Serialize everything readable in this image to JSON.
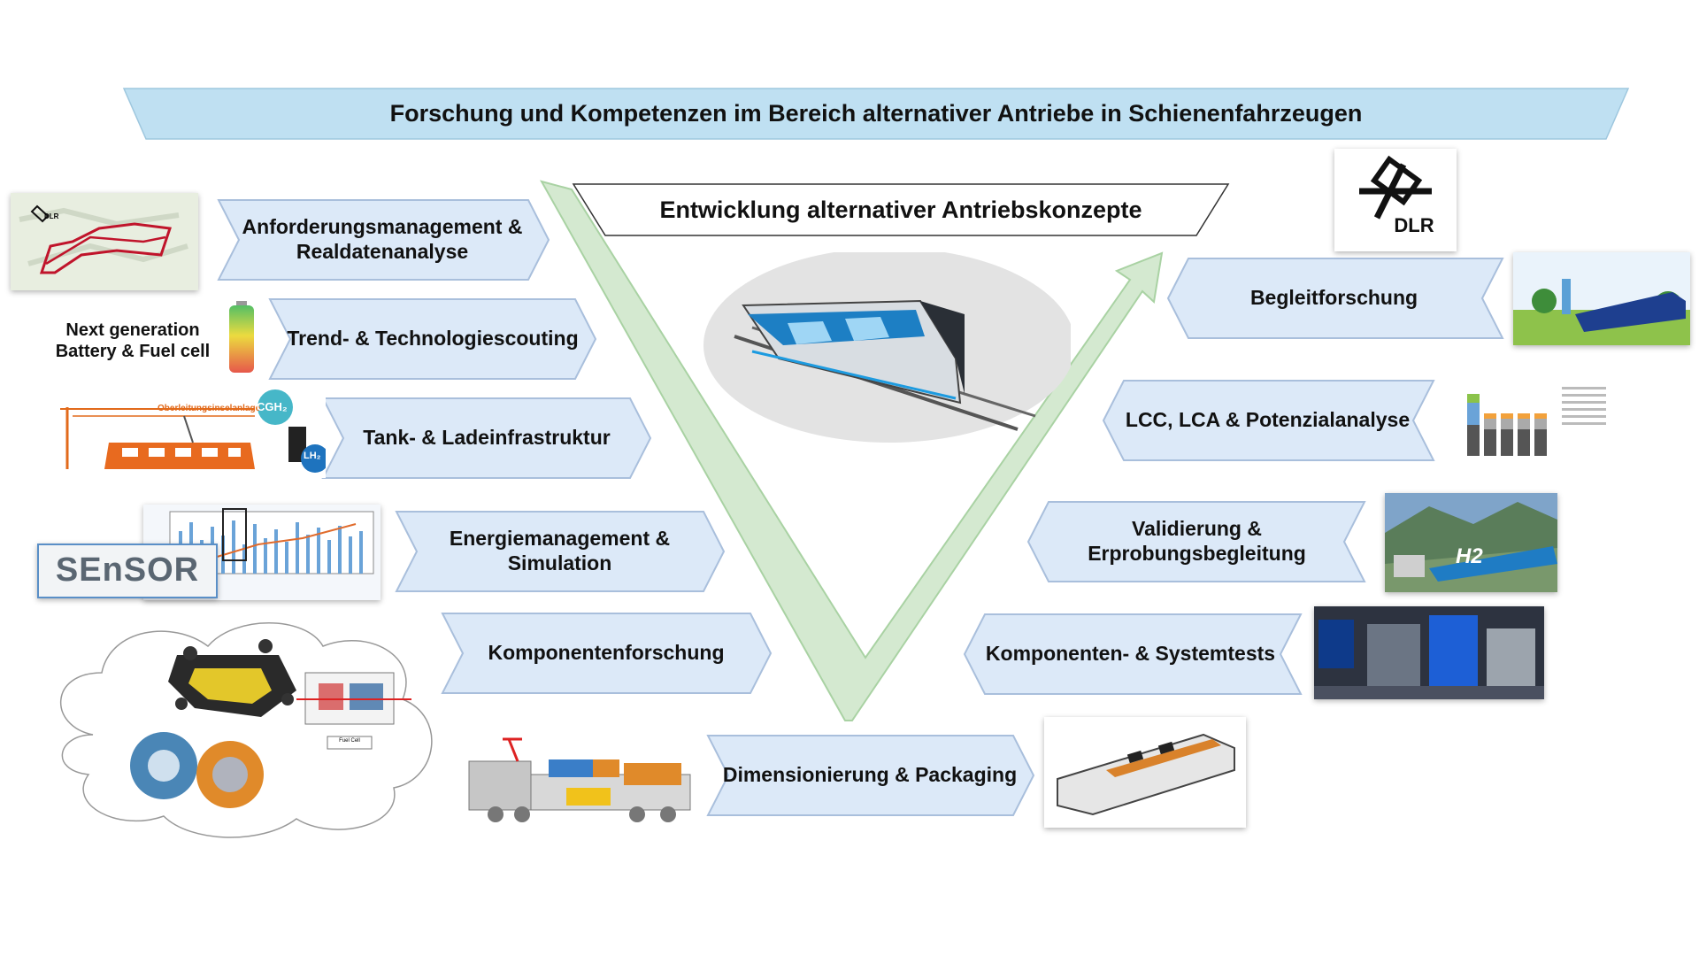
{
  "title": "Forschung und Kompetenzen im Bereich alternativer Antriebe in Schienenfahrzeugen",
  "center_title": "Entwicklung alternativer Antriebskonzepte",
  "logo_text": "DLR",
  "left_steps": [
    {
      "label": "Anforderungsmanagement & Realdatenanalyse"
    },
    {
      "label": "Trend- & Technologiescouting"
    },
    {
      "label": "Tank- & Ladeinfrastruktur"
    },
    {
      "label": "Energiemanagement & Simulation"
    },
    {
      "label": "Komponentenforschung"
    }
  ],
  "bottom_step": {
    "label": "Dimensionierung & Packaging"
  },
  "right_steps": [
    {
      "label": "Begleitforschung"
    },
    {
      "label": "LCC, LCA & Potenzialanalyse"
    },
    {
      "label": "Validierung & Erprobungsbegleitung"
    },
    {
      "label": "Komponenten- & Systemtests"
    }
  ],
  "battery_text": "Next generation Battery & Fuel cell",
  "infra": {
    "overhead_label": "Oberleitungsinselanlage",
    "cgh2": "CGH₂",
    "lh2": "LH₂"
  },
  "sensor_text": "SEnSOR",
  "map_logo": "DLR",
  "h2_text": "H2",
  "fuel_cell_box": "Fuel Cell",
  "colors": {
    "banner": "#bfe0f2",
    "step": "#dce9f8",
    "step_border": "#a9bfdc",
    "v_arrow": "#d4e9d0"
  }
}
